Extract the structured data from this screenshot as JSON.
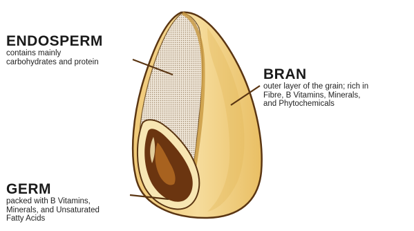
{
  "labels": {
    "endosperm": {
      "title": "ENDOSPERM",
      "desc": "contains mainly\ncarbohydrates and protein"
    },
    "bran": {
      "title": "BRAN",
      "desc": "outer layer of the grain; rich in\nFibre, B Vitamins, Minerals,\nand Phytochemicals"
    },
    "germ": {
      "title": "GERM",
      "desc": "packed with B Vitamins,\nMinerals, and Unsaturated\nFatty Acids"
    }
  },
  "colors": {
    "bran_fill": "#f3d48b",
    "bran_shade": "#e3b659",
    "outline": "#5a3512",
    "germ_dark": "#6b3510",
    "germ_mid": "#a8621f",
    "germ_light": "#f7e6b3",
    "endosperm_dot": "#a08a6e",
    "leader": "#5a3512"
  }
}
